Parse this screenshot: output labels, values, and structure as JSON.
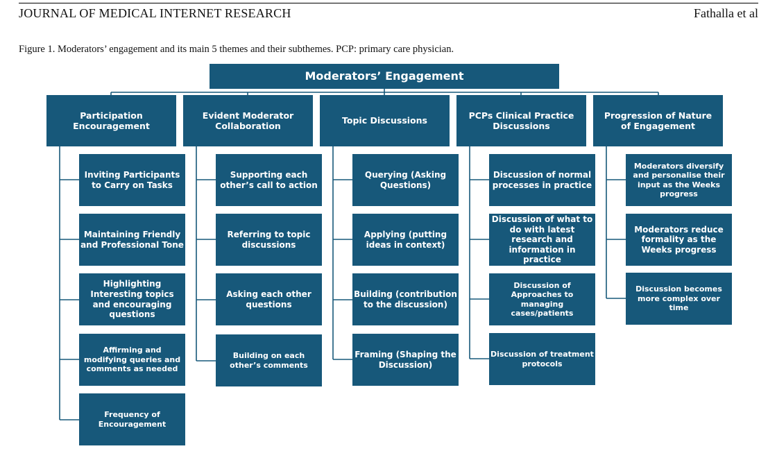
{
  "header": {
    "journal": "JOURNAL OF MEDICAL INTERNET RESEARCH",
    "authors": "Fathalla et al"
  },
  "figure": {
    "caption": "Figure 1.  Moderators’ engagement and its main 5 themes and their subthemes. PCP: primary care physician."
  },
  "diagram": {
    "root": "Moderators’ Engagement",
    "themes": [
      {
        "title": "Participation Encouragement",
        "subthemes": [
          "Inviting Participants to Carry on Tasks",
          "Maintaining Friendly and Professional Tone",
          "Highlighting Interesting topics and encouraging questions",
          "Affirming and modifying queries and comments as needed",
          "Frequency of Encouragement"
        ]
      },
      {
        "title": "Evident Moderator Collaboration",
        "subthemes": [
          "Supporting each other’s call to action",
          "Referring to topic discussions",
          "Asking each other questions",
          "Building on each other’s comments"
        ]
      },
      {
        "title": "Topic Discussions",
        "subthemes": [
          "Querying (Asking Questions)",
          "Applying (putting ideas in context)",
          "Building (contribution to the discussion)",
          "Framing (Shaping the Discussion)"
        ]
      },
      {
        "title": "PCPs Clinical Practice Discussions",
        "subthemes": [
          "Discussion of normal processes in practice",
          "Discussion of what to do with latest research and information in practice",
          "Discussion of Approaches to managing cases/patients",
          "Discussion of treatment protocols"
        ]
      },
      {
        "title": "Progression of Nature of Engagement",
        "subthemes": [
          "Moderators diversify and personalise their input as the Weeks progress",
          "Moderators reduce formality as the Weeks progress",
          "Discussion becomes more complex over time"
        ]
      }
    ]
  },
  "colors": {
    "box_fill": "#17587a",
    "connector": "#17587a",
    "box_text": "#ffffff"
  }
}
